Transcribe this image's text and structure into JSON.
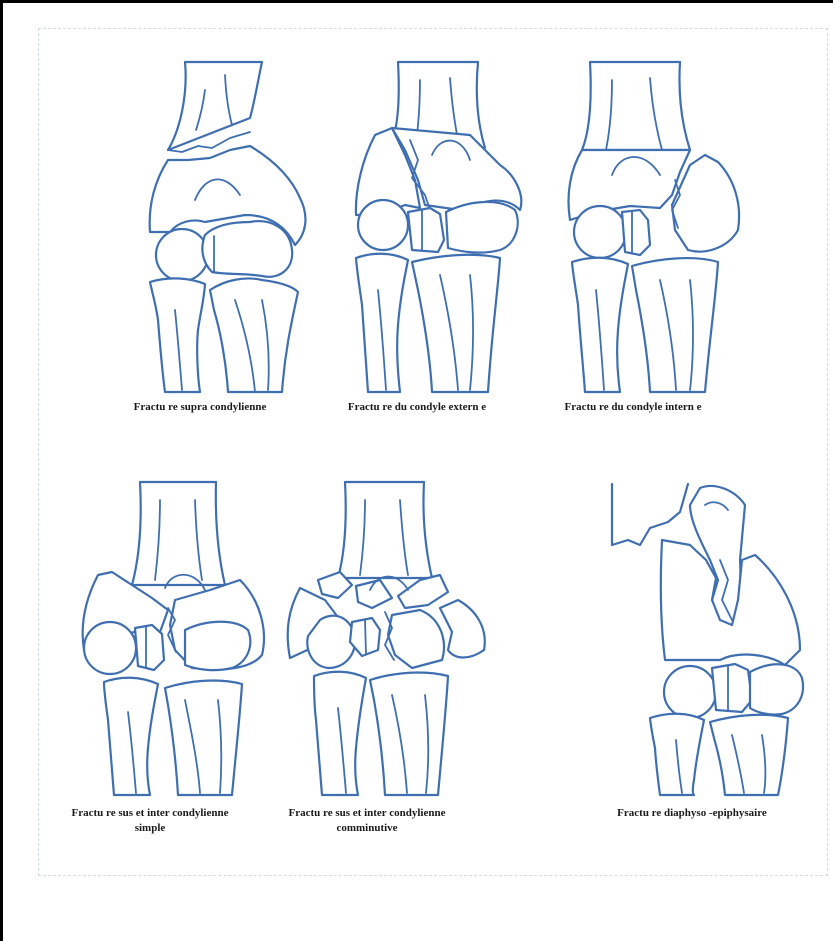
{
  "figure": {
    "panels": [
      {
        "id": "supra",
        "caption_lines": [
          "Fractu re supra condylienne"
        ]
      },
      {
        "id": "externe",
        "caption_lines": [
          "Fractu re du condyle extern e"
        ]
      },
      {
        "id": "interne",
        "caption_lines": [
          "Fractu re du condyle intern e"
        ]
      },
      {
        "id": "simple",
        "caption_lines": [
          "Fractu re sus et inter condylienne",
          "simple"
        ]
      },
      {
        "id": "comminutive",
        "caption_lines": [
          "Fractu re sus et inter condylienne",
          "comminutive"
        ]
      },
      {
        "id": "diaphyso",
        "caption_lines": [
          "Fractu re diaphyso -epiphysaire"
        ]
      }
    ],
    "stroke_color": "#3f6fb0"
  }
}
